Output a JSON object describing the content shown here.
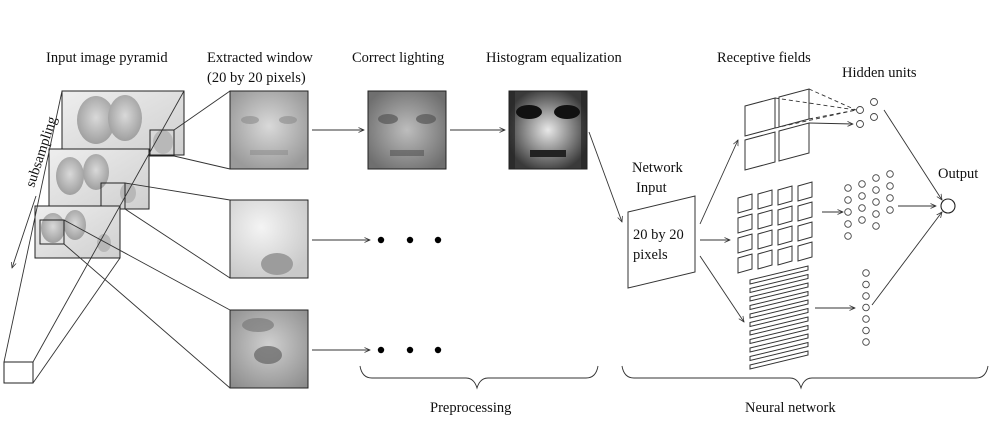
{
  "labels": {
    "pyramid": "Input image pyramid",
    "window_line1": "Extracted window",
    "window_line2": "(20 by 20 pixels)",
    "lighting": "Correct lighting",
    "histogram": "Histogram equalization",
    "receptive": "Receptive fields",
    "hidden": "Hidden units",
    "network_input_line1": "Network",
    "network_input_line2": "Input",
    "input_size_line1": "20 by 20",
    "input_size_line2": "pixels",
    "output": "Output",
    "subsampling": "subsampling",
    "preprocessing": "Preprocessing",
    "neural_network": "Neural network"
  }
}
